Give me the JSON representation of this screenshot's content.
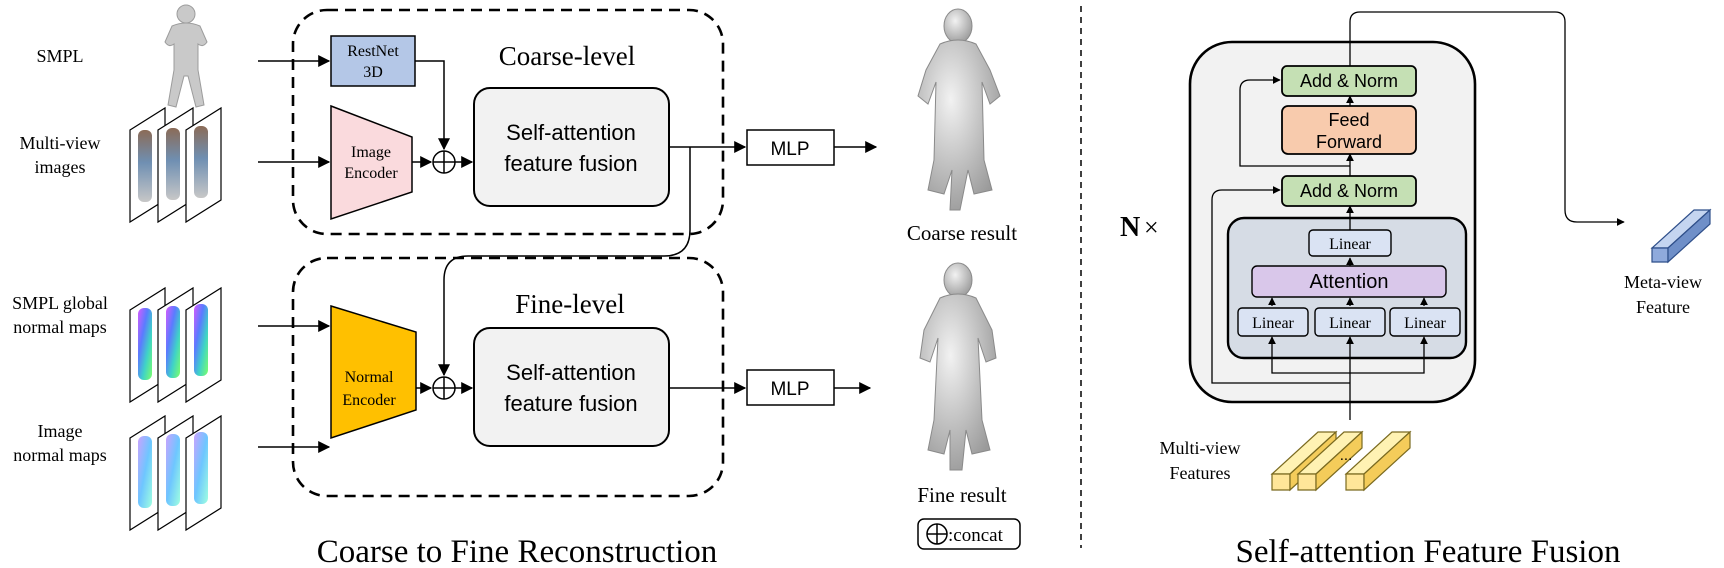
{
  "left": {
    "inputs": {
      "smpl": "SMPL",
      "multiview_1": "Multi-view",
      "multiview_2": "images",
      "smpl_global_1": "SMPL global",
      "smpl_global_2": "normal maps",
      "image_normal_1": "Image",
      "image_normal_2": "normal maps"
    },
    "coarse": {
      "title": "Coarse-level",
      "resnet_1": "RestNet",
      "resnet_2": "3D",
      "image_encoder_1": "Image",
      "image_encoder_2": "Encoder",
      "fusion_1": "Self-attention",
      "fusion_2": "feature fusion",
      "mlp": "MLP",
      "result": "Coarse result"
    },
    "fine": {
      "title": "Fine-level",
      "normal_encoder_1": "Normal",
      "normal_encoder_2": "Encoder",
      "fusion_1": "Self-attention",
      "fusion_2": "feature fusion",
      "mlp": "MLP",
      "result": "Fine result"
    },
    "concat_legend": ":concat",
    "caption": "Coarse to Fine Reconstruction"
  },
  "right": {
    "add_norm_top": "Add & Norm",
    "feed_forward_1": "Feed",
    "feed_forward_2": "Forward",
    "add_norm_bottom": "Add & Norm",
    "linear_top": "Linear",
    "attention": "Attention",
    "linear_q": "Linear",
    "linear_k": "Linear",
    "linear_v": "Linear",
    "repeat_n": "N",
    "repeat_x": "×",
    "input_1": "Multi-view",
    "input_2": "Features",
    "ellipsis": "...",
    "output_1": "Meta-view",
    "output_2": "Feature",
    "caption": "Self-attention Feature Fusion"
  },
  "colors": {
    "resnet": "#b4c7e7",
    "image_encoder": "#fadadd",
    "normal_encoder": "#ffc000",
    "fusion": "#f2f2f2",
    "add_norm": "#c5e0b4",
    "feed_forward": "#f8cbad",
    "attention": "#d9c7ea",
    "linear": "#dae3f3",
    "inner_block": "#d6dce5",
    "feature_bar": "#ffe699",
    "meta_bar": "#8faadc"
  }
}
